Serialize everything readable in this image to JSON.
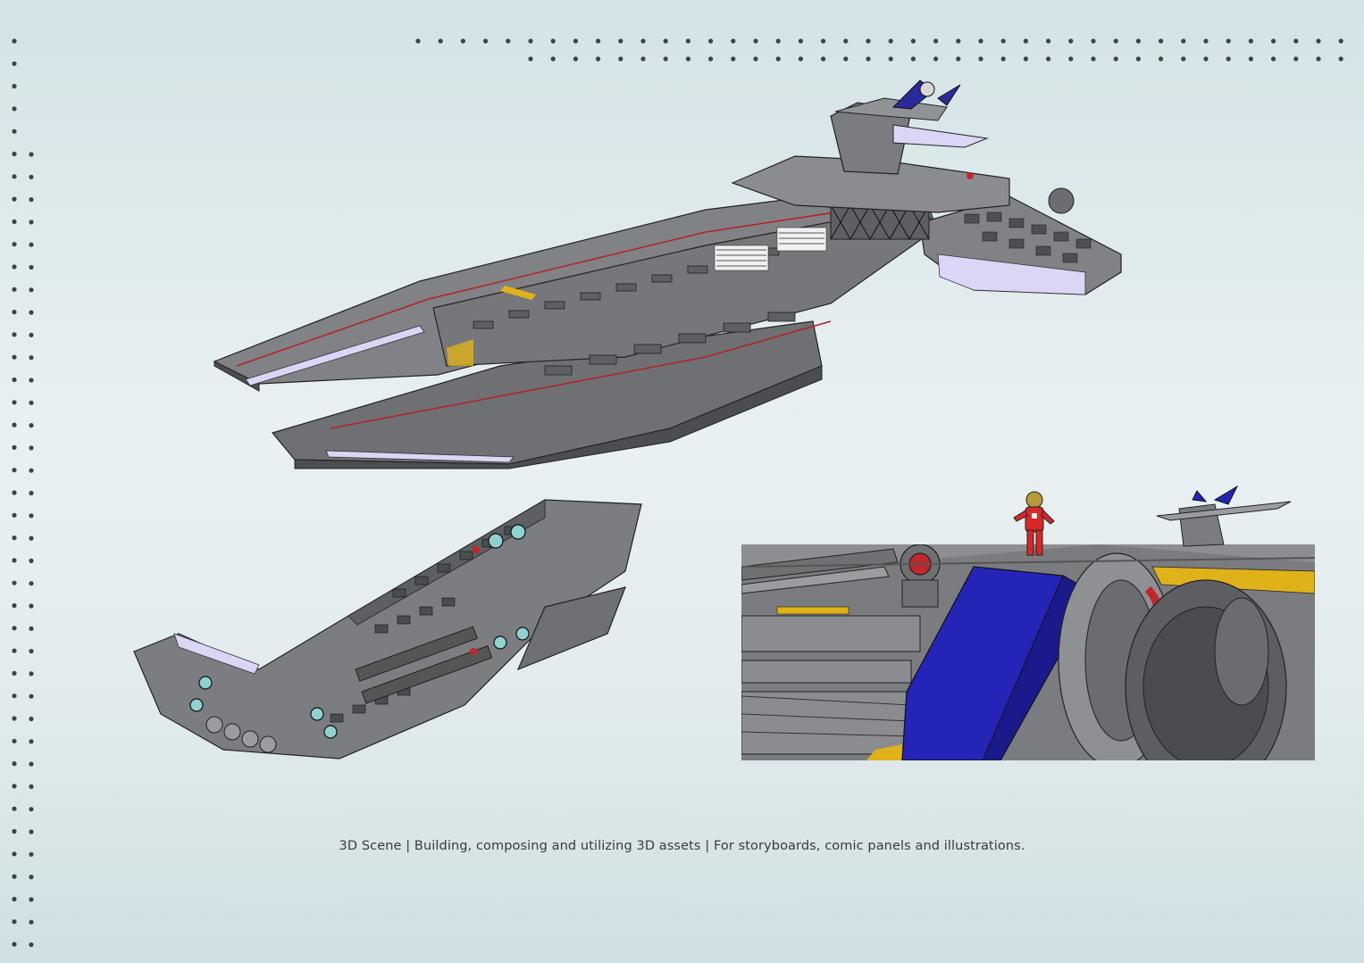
{
  "caption": "3D Scene | Building, composing and utilizing 3D assets | For storyboards, comic panels and illustrations.",
  "colors": {
    "background_top": "#d3e3e6",
    "background_mid": "#e9f0f2",
    "dot": "#3d4448",
    "hull": "#7a7c80",
    "hull_dark": "#4a4c50",
    "accent_red": "#c0262c",
    "accent_yellow": "#e0b21a",
    "accent_blue": "#2424b8",
    "accent_lilac": "#d8d2f4"
  },
  "scenes": [
    {
      "subject": "capital-starship-top-view"
    },
    {
      "subject": "capital-starship-bottom-view"
    },
    {
      "subject": "astronaut-on-hull-closeup"
    }
  ]
}
